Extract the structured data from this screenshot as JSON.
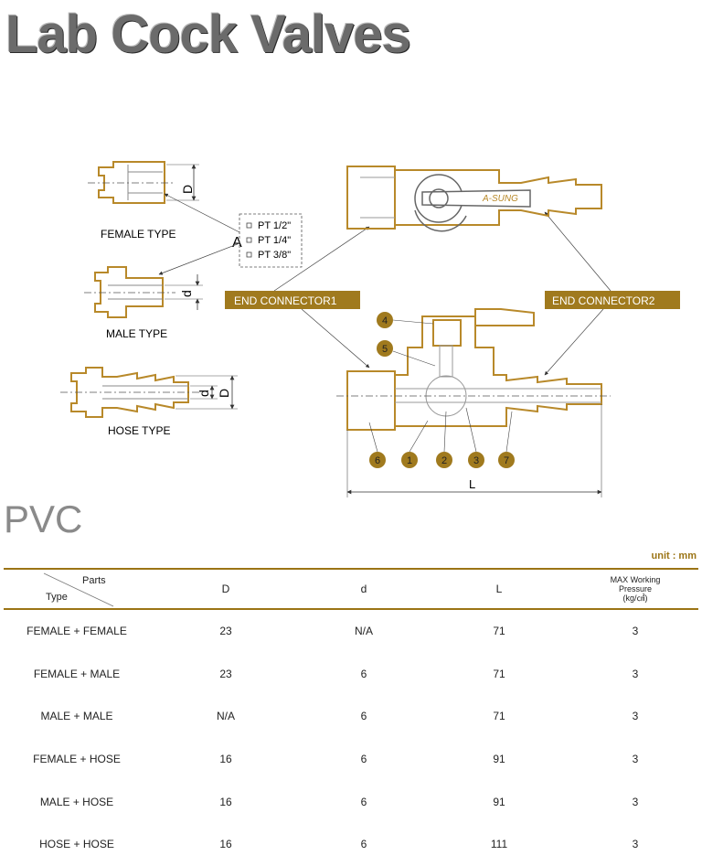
{
  "title": "Lab Cock Valves",
  "diagram": {
    "female_type": "FEMALE TYPE",
    "male_type": "MALE TYPE",
    "hose_type": "HOSE TYPE",
    "dim_D": "D",
    "dim_d": "d",
    "dim_L": "L",
    "A_label": "A",
    "thread_options": [
      "PT 1/2\"",
      "PT 1/4\"",
      "PT 3/8\""
    ],
    "end_connector_1": "END CONNECTOR1",
    "end_connector_2": "END CONNECTOR2",
    "brand": "A-SUNG",
    "part_numbers": [
      "4",
      "5",
      "6",
      "1",
      "2",
      "3",
      "7"
    ],
    "colors": {
      "accent": "#9b7415",
      "badge": "#a07a1e",
      "outline": "#b8892a"
    }
  },
  "material": "PVC",
  "unit": "unit : mm",
  "table": {
    "header_parts": "Parts",
    "header_type": "Type",
    "columns": [
      "D",
      "d",
      "L"
    ],
    "max_pressure": [
      "MAX Working",
      "Pressure",
      "(kg/㎠)"
    ],
    "rows": [
      {
        "type": "FEMALE + FEMALE",
        "D": "23",
        "d": "N/A",
        "L": "71",
        "P": "3"
      },
      {
        "type": "FEMALE + MALE",
        "D": "23",
        "d": "6",
        "L": "71",
        "P": "3"
      },
      {
        "type": "MALE + MALE",
        "D": "N/A",
        "d": "6",
        "L": "71",
        "P": "3"
      },
      {
        "type": "FEMALE + HOSE",
        "D": "16",
        "d": "6",
        "L": "91",
        "P": "3"
      },
      {
        "type": "MALE + HOSE",
        "D": "16",
        "d": "6",
        "L": "91",
        "P": "3"
      },
      {
        "type": "HOSE + HOSE",
        "D": "16",
        "d": "6",
        "L": "111",
        "P": "3"
      }
    ]
  }
}
